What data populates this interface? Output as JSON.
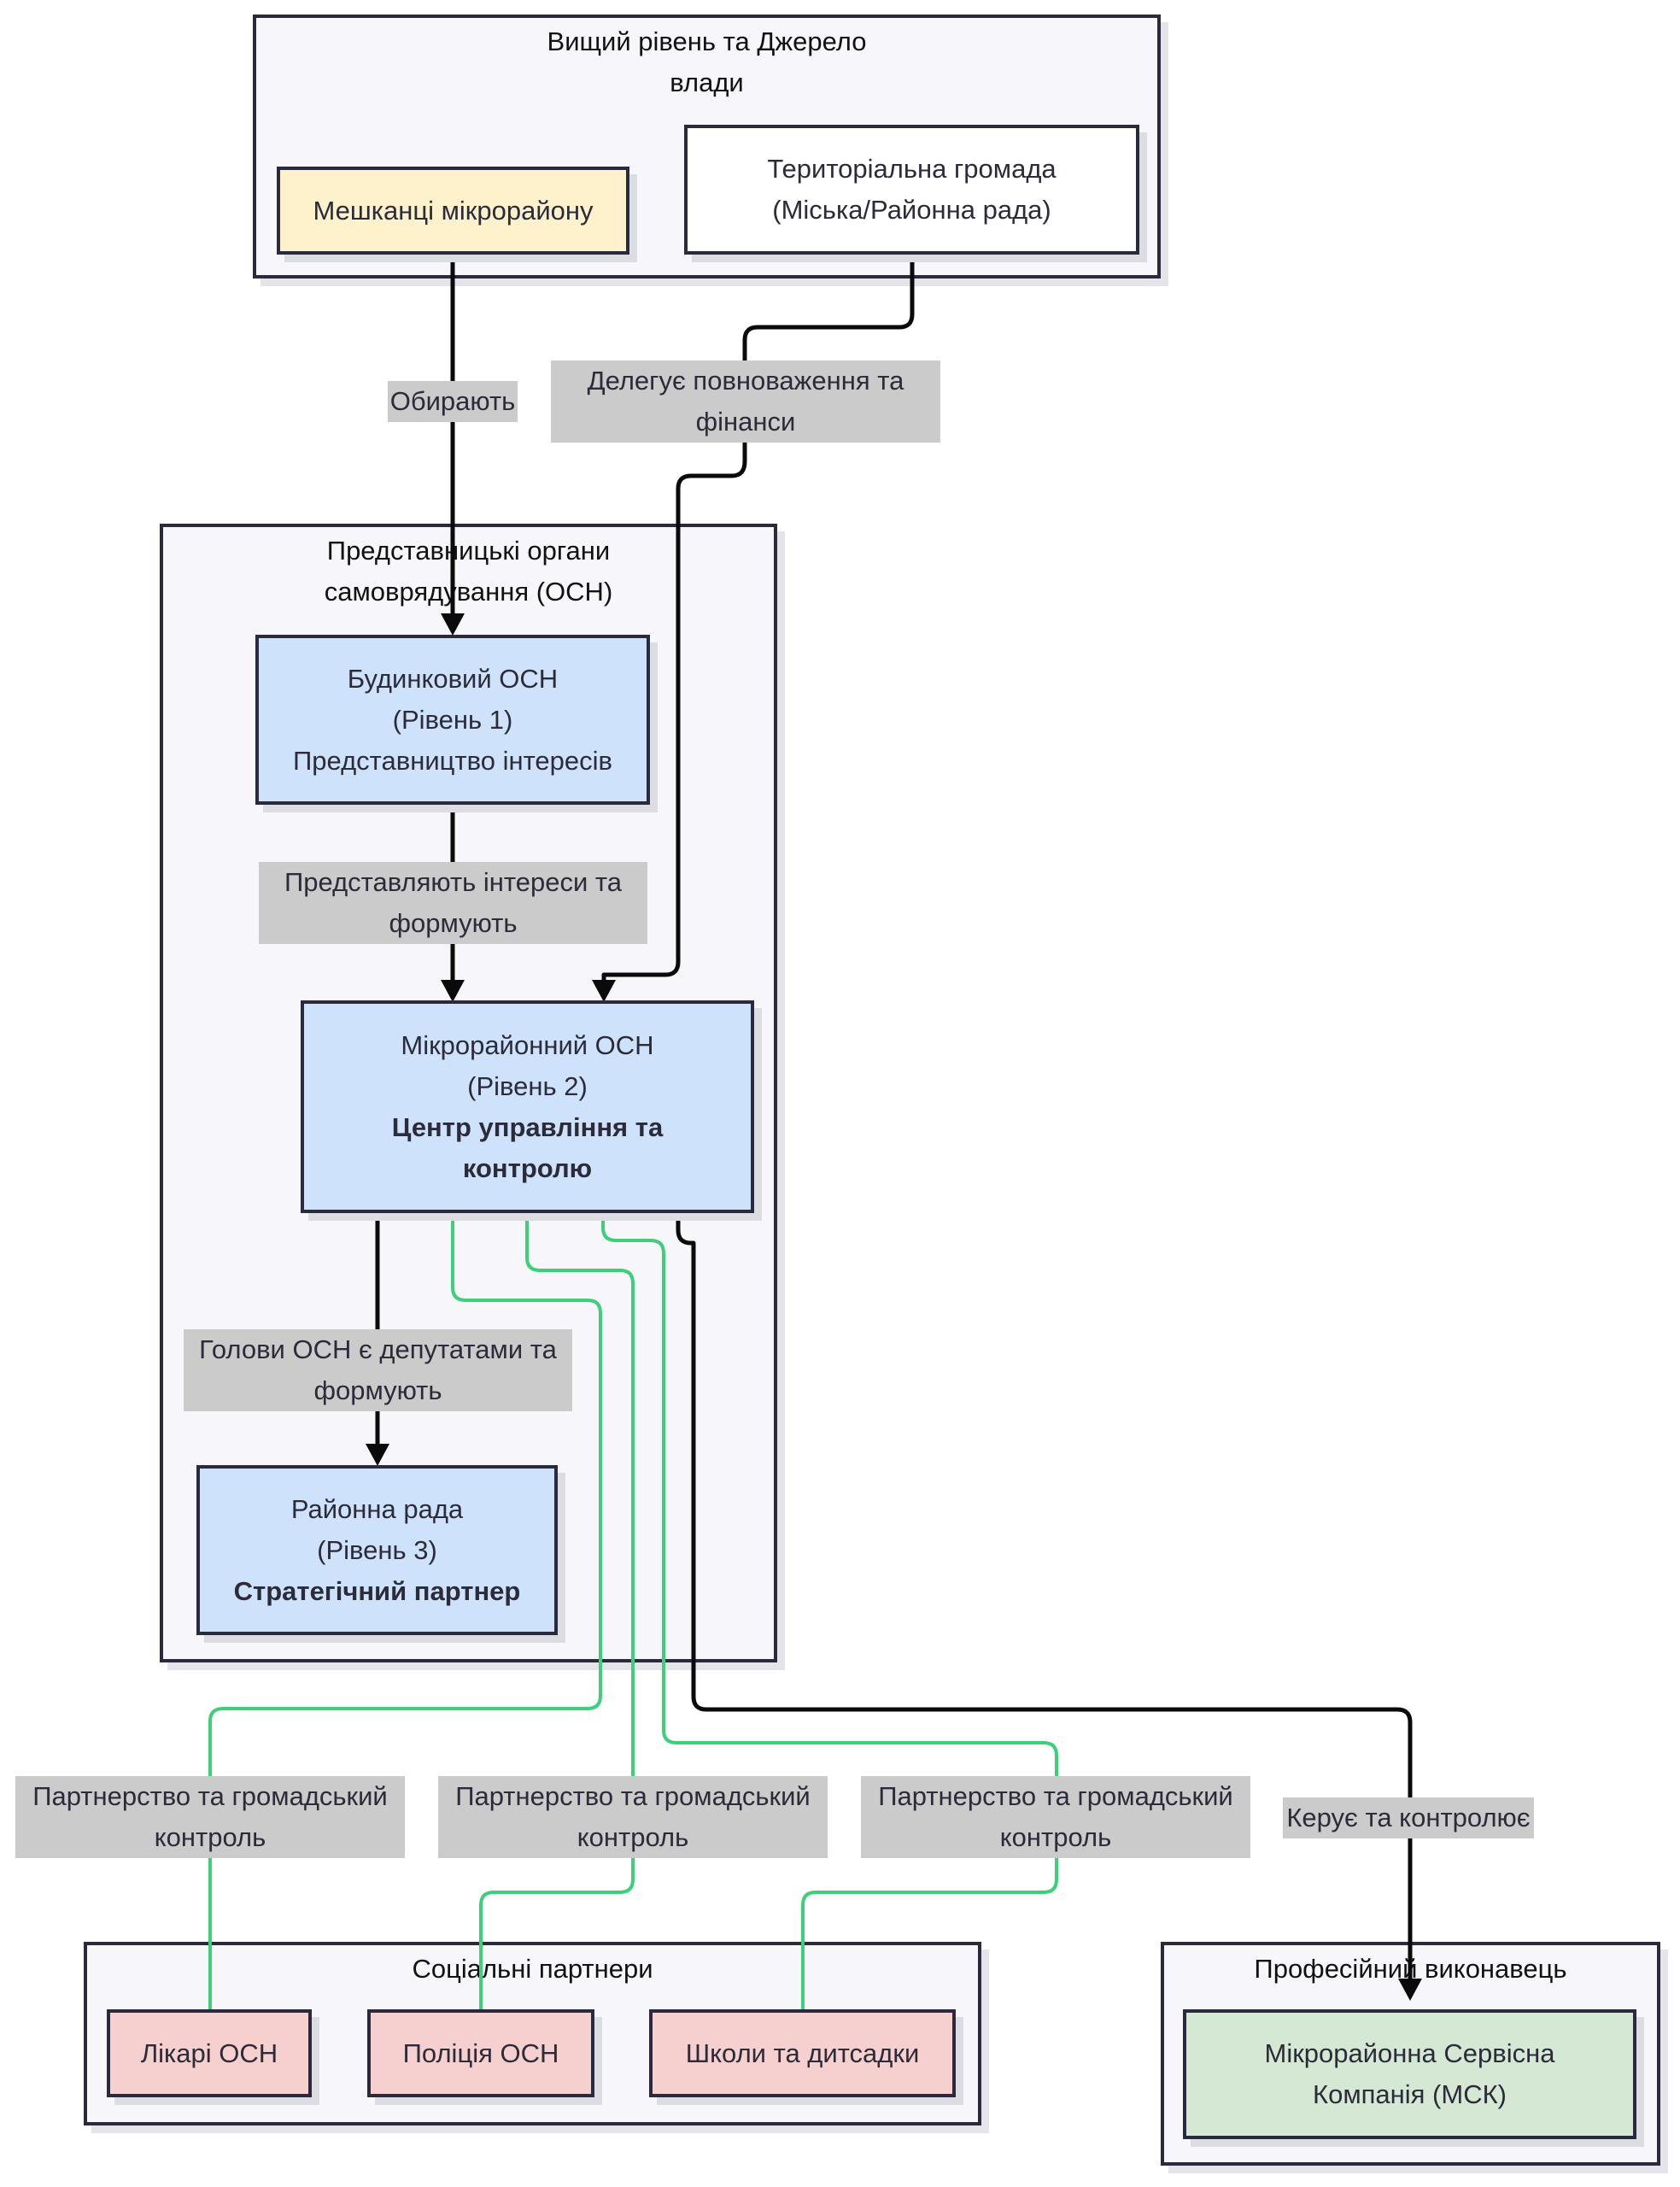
{
  "clusters": {
    "top": "Вищий рівень та Джерело\nвлади",
    "osn": "Представницькі органи\nсамоврядування (ОСН)",
    "partners": "Соціальні партнери",
    "executor": "Професійний виконавець"
  },
  "nodes": {
    "residents": "Мешканці мікрорайону",
    "community_line1": "Територіальна громада",
    "community_line2": "(Міська/Районна рада)",
    "house_line1": "Будинковий ОСН",
    "house_line2": "(Рівень 1)",
    "house_line3": "Представництво інтересів",
    "micro_line1": "Мікрорайонний ОСН",
    "micro_line2": "(Рівень 2)",
    "micro_bold1": "Центр управління та",
    "micro_bold2": "контролю",
    "district_line1": "Районна рада",
    "district_line2": "(Рівень 3)",
    "district_bold": "Стратегічний партнер",
    "doctors": "Лікарі ОСН",
    "police": "Поліція ОСН",
    "schools": "Школи та дитсадки",
    "company_line1": "Мікрорайонна Сервісна",
    "company_line2": "Компанія (МСК)"
  },
  "edges": {
    "elect": "Обирають",
    "delegate": "Делегує повноваження та\nфінанси",
    "represent": "Представляють інтереси та\nформують",
    "heads": "Голови ОСН є депутатами та\nформують",
    "partner": "Партнерство та громадський\nконтроль",
    "manage": "Керує та контролює"
  },
  "colors": {
    "residents": "#fdf2cc",
    "osn": "#cfe2fc",
    "partners": "#f6cfcf",
    "company": "#d5e8d4",
    "partner_edge": "#3ecf7a",
    "edge_label_bg": "#cbcbcb"
  }
}
